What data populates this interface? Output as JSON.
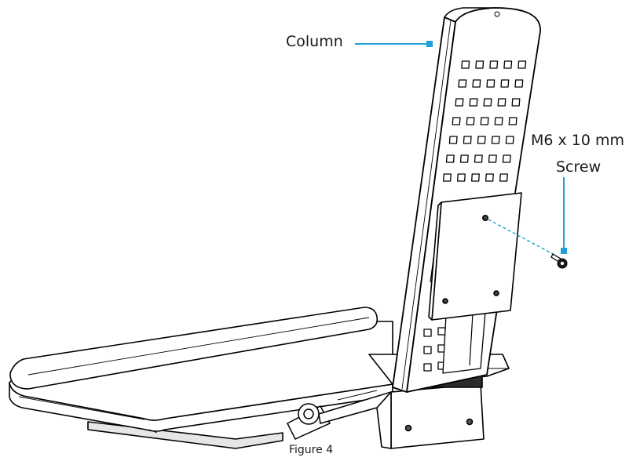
{
  "labels": {
    "column": "Column",
    "screw_spec": "M6 x 10 mm",
    "screw": "Screw"
  },
  "caption": "Figure 4",
  "colors": {
    "line": "#000000",
    "callout": "#1fa0d6"
  }
}
